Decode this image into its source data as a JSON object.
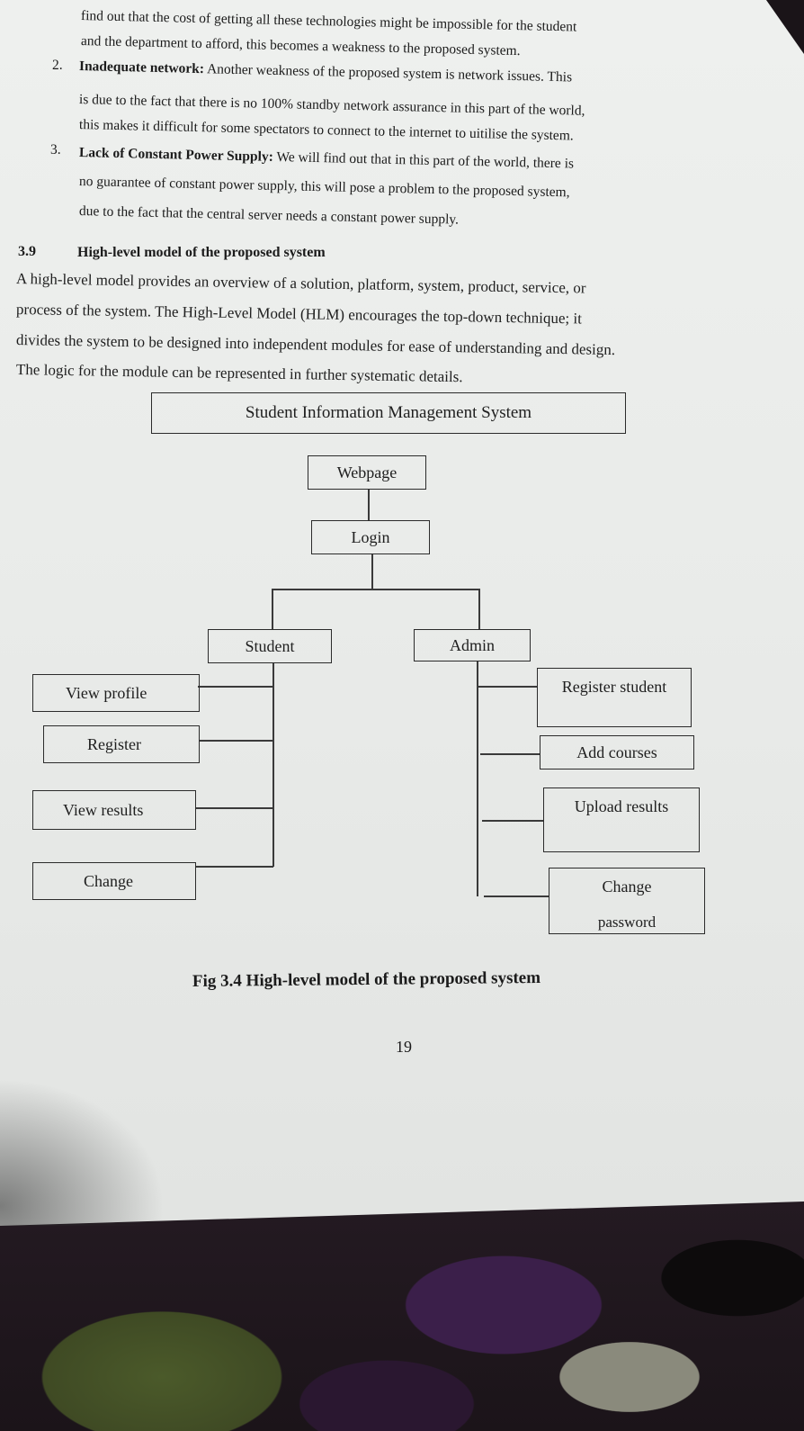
{
  "list": {
    "cont_line1": "find out that the cost of getting all these technologies might be impossible for the student",
    "cont_line2": "and the department to afford, this becomes a weakness to the proposed system.",
    "item2": {
      "number": "2.",
      "title": "Inadequate network:",
      "line1_rest": " Another weakness of the proposed system is network issues. This",
      "line2": "is due to the fact that there is no 100% standby network assurance in this part of the world,",
      "line3": "this makes it difficult for some spectators to connect to the internet to uitilise the system."
    },
    "item3": {
      "number": "3.",
      "title": "Lack of Constant Power Supply:",
      "line1_rest": " We will find out that in this part of the world, there is",
      "line2": "no guarantee of constant power supply, this will pose a problem to the proposed system,",
      "line3": "due to the fact that the central server needs a constant power supply."
    }
  },
  "section": {
    "number": "3.9",
    "title": "High-level model of the proposed system",
    "para_line1": "A high-level model provides an overview of a solution, platform, system, product, service, or",
    "para_line2": "process of the system. The High-Level Model (HLM) encourages the top-down technique; it",
    "para_line3": "divides the system to be designed into independent modules for ease of understanding and design.",
    "para_line4": "The logic for the module can be represented in further systematic details."
  },
  "diagram": {
    "system_title": "Student Information Management System",
    "webpage": "Webpage",
    "login": "Login",
    "student": "Student",
    "admin": "Admin",
    "student_items": [
      "View profile",
      "Register",
      "View results",
      "Change"
    ],
    "admin_items": [
      "Register student",
      "Add courses",
      "Upload results"
    ],
    "admin_change_line1": "Change",
    "admin_change_line2": "password"
  },
  "caption": "Fig 3.4 High-level model of the proposed system",
  "page_number": "19"
}
